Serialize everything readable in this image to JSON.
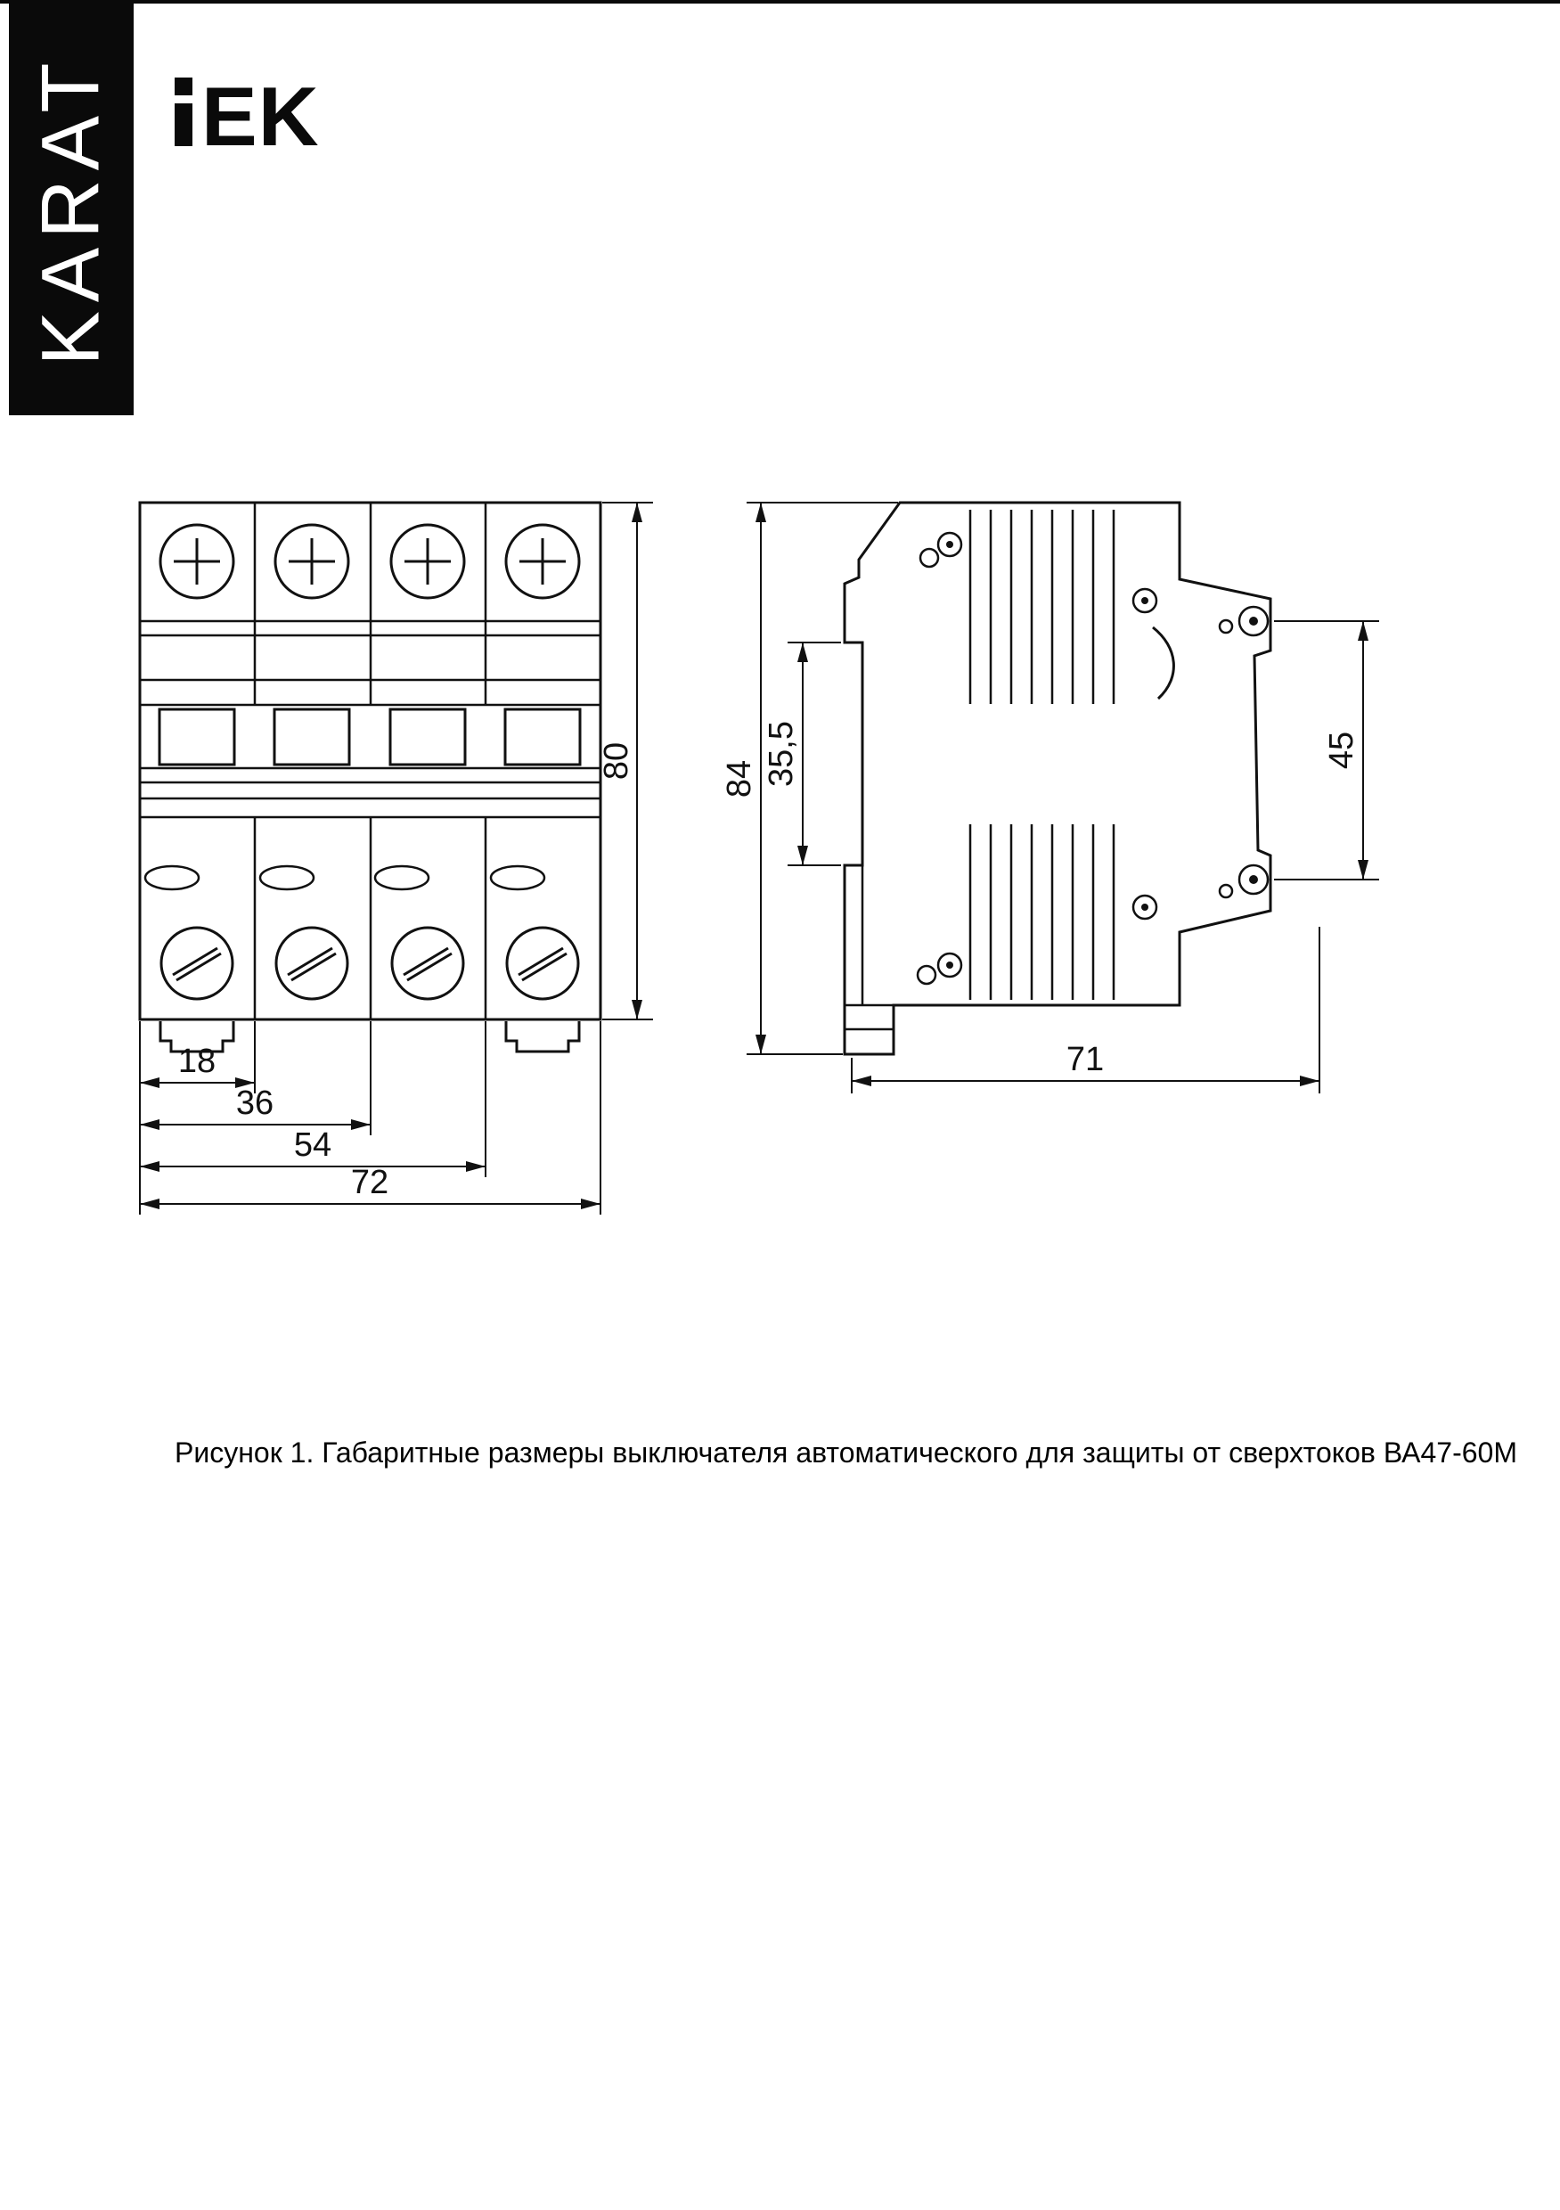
{
  "brand": {
    "vertical_label": "KARAT",
    "logo_ek": "EK"
  },
  "caption": "Рисунок 1. Габаритные размеры выключателя автоматического для защиты от сверхтоков ВА47-60М",
  "dims": {
    "front": {
      "height": "80",
      "w1": "18",
      "w2": "36",
      "w3": "54",
      "w4": "72"
    },
    "side": {
      "height": "84",
      "din_slot": "35,5",
      "mount_holes": "45",
      "depth": "71"
    }
  }
}
